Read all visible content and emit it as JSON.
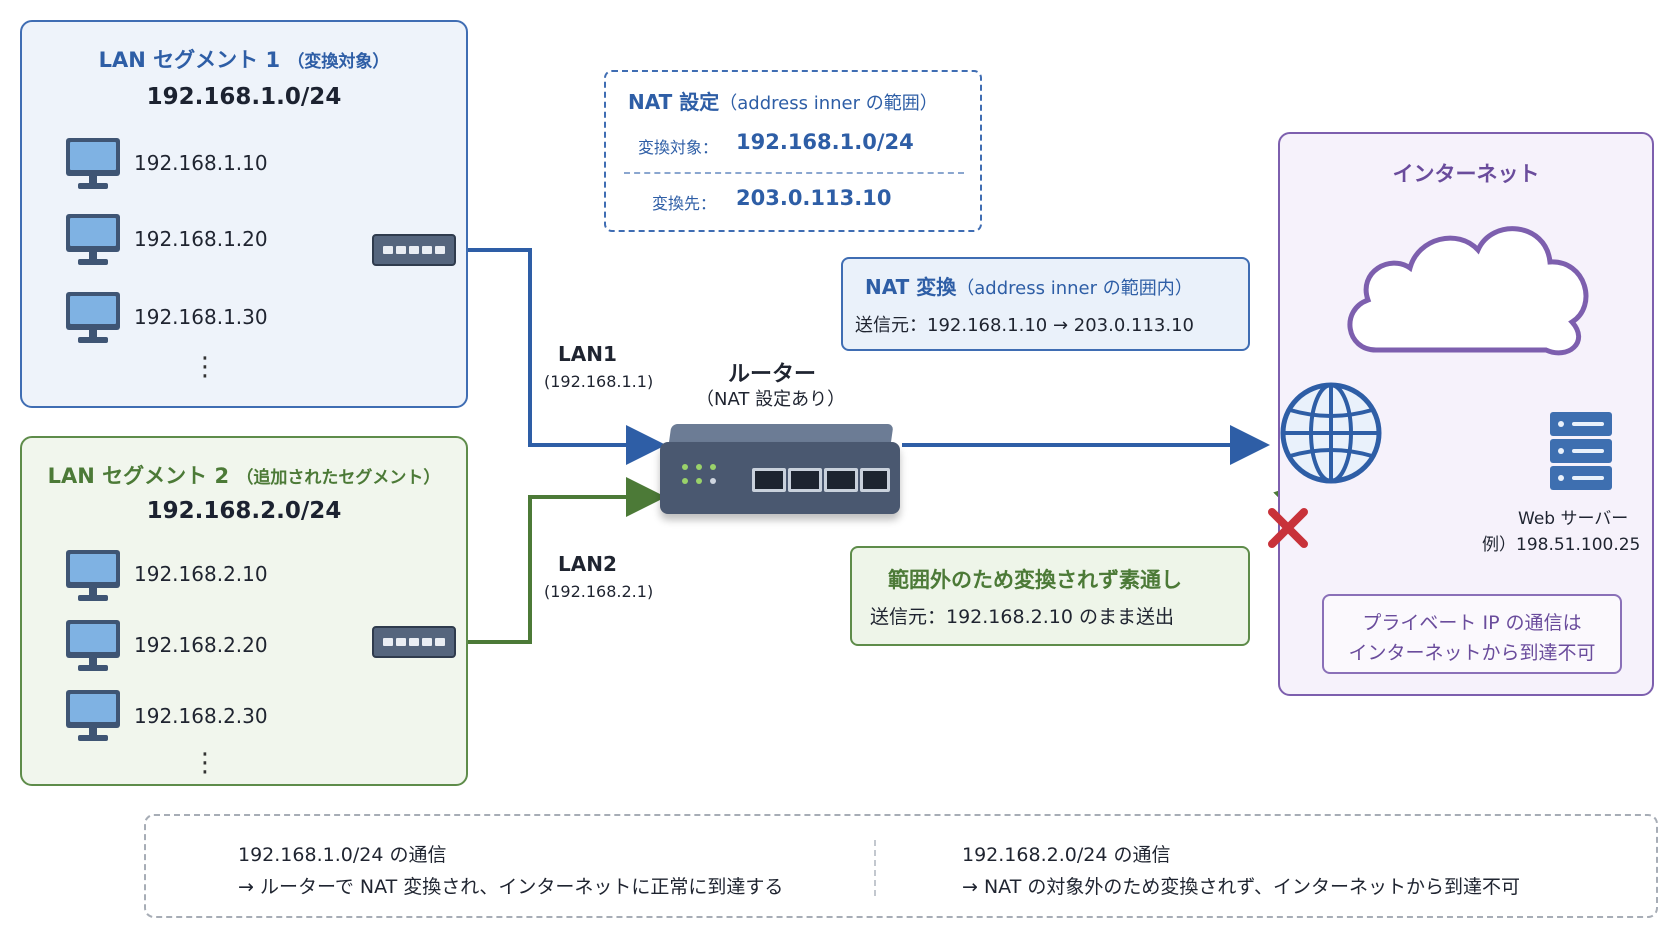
{
  "segment1": {
    "title": "LAN セグメント 1",
    "subtitle": "（変換対象）",
    "network": "192.168.1.0/24",
    "hosts": [
      "192.168.1.10",
      "192.168.1.20",
      "192.168.1.30"
    ],
    "more": "⋮",
    "color": "#2e5ea6"
  },
  "segment2": {
    "title": "LAN セグメント 2",
    "subtitle": "（追加されたセグメント）",
    "network": "192.168.2.0/24",
    "hosts": [
      "192.168.2.10",
      "192.168.2.20",
      "192.168.2.30"
    ],
    "more": "⋮",
    "color": "#4c7a37"
  },
  "nat_config": {
    "title": "NAT 設定",
    "title_sub": "（address inner の範囲）",
    "target_label": "変換対象：",
    "target_value": "192.168.1.0/24",
    "dest_label": "変換先：",
    "dest_value": "203.0.113.10"
  },
  "nat_conversion": {
    "title": "NAT 変換",
    "title_sub": "（address inner の範囲内）",
    "detail": "送信元：192.168.1.10 → 203.0.113.10"
  },
  "links": {
    "lan1": "LAN1",
    "lan1_ip": "(192.168.1.1)",
    "lan2": "LAN2",
    "lan2_ip": "(192.168.2.1)"
  },
  "router": {
    "title": "ルーター",
    "subtitle": "（NAT 設定あり）"
  },
  "bypass": {
    "title": "範囲外のため変換されず素通し",
    "detail": "送信元：192.168.2.10 のまま送出"
  },
  "internet": {
    "title": "インターネット",
    "server_label": "Web サーバー",
    "server_example": "例）198.51.100.25",
    "note_line1": "プライベート IP の通信は",
    "note_line2": "インターネットから到達不可",
    "icons": [
      "cloud-icon",
      "globe-icon",
      "server-icon",
      "blocked-x-icon"
    ]
  },
  "legend": {
    "item1_title": "192.168.1.0/24 の通信",
    "item1_desc": "→ ルーターで NAT 変換され、インターネットに正常に到達する",
    "item2_title": "192.168.2.0/24 の通信",
    "item2_desc": "→ NAT の対象外のため変換されず、インターネットから到達不可"
  },
  "colors": {
    "lan1_path": "#2e5ea6",
    "lan2_path": "#4c7a37",
    "internet": "#7d5fae",
    "blocked": "#c8323a"
  }
}
